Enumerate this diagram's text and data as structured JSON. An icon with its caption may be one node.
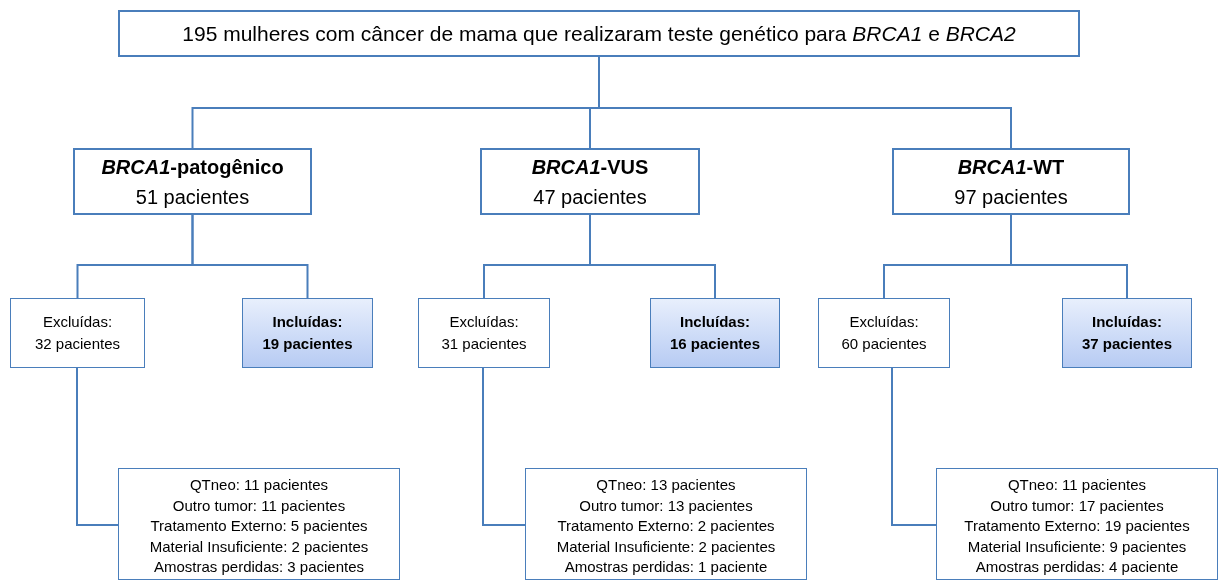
{
  "diagram": {
    "nodes": [
      {
        "text": [
          "195 mulheres com câncer de mama que realizaram teste genético para *BRCA1* e *BRCA2*"
        ]
      },
      {
        "text": [
          "*BRCA1*-patogênico",
          "51 pacientes"
        ]
      },
      {
        "text": [
          "*BRCA1*-VUS",
          "47 pacientes"
        ]
      },
      {
        "text": [
          "*BRCA1*-WT",
          "97 pacientes"
        ]
      },
      {
        "text": [
          "Excluídas:",
          "32 pacientes"
        ]
      },
      {
        "text": [
          "Incluídas:",
          "19 pacientes"
        ]
      },
      {
        "text": [
          "QTneo: 11 pacientes",
          "Outro tumor:  11 pacientes",
          "Tratamento Externo: 5 pacientes",
          "Material Insuficiente: 2 pacientes",
          "Amostras perdidas: 3 pacientes"
        ]
      },
      {
        "text": [
          "Excluídas:",
          "31 pacientes"
        ]
      },
      {
        "text": [
          "Incluídas:",
          "16 pacientes"
        ]
      },
      {
        "text": [
          "QTneo: 13 pacientes",
          "Outro tumor:  13 pacientes",
          "Tratamento Externo: 2 pacientes",
          "Material Insuficiente: 2 pacientes",
          "Amostras perdidas: 1 paciente"
        ]
      },
      {
        "text": [
          "Excluídas:",
          "60 pacientes"
        ]
      },
      {
        "text": [
          "Incluídas:",
          "37 pacientes"
        ]
      },
      {
        "text": [
          "QTneo: 11 pacientes",
          "Outro tumor:  17 pacientes",
          "Tratamento Externo: 19 pacientes",
          "Material Insuficiente: 9 pacientes",
          "Amostras perdidas: 4 paciente"
        ]
      }
    ],
    "edges": [
      {
        "from": 0,
        "to": 1,
        "arrow": "none"
      },
      {
        "from": 0,
        "to": 2,
        "arrow": "none"
      },
      {
        "from": 0,
        "to": 3,
        "arrow": "none"
      },
      {
        "from": 1,
        "to": 4,
        "arrow": "none"
      },
      {
        "from": 1,
        "to": 5,
        "arrow": "none"
      },
      {
        "from": 4,
        "to": 6,
        "arrow": "none"
      },
      {
        "from": 2,
        "to": 7,
        "arrow": "none"
      },
      {
        "from": 2,
        "to": 8,
        "arrow": "none"
      },
      {
        "from": 7,
        "to": 9,
        "arrow": "none"
      },
      {
        "from": 3,
        "to": 10,
        "arrow": "none"
      },
      {
        "from": 3,
        "to": 11,
        "arrow": "none"
      },
      {
        "from": 10,
        "to": 12,
        "arrow": "none"
      }
    ]
  }
}
